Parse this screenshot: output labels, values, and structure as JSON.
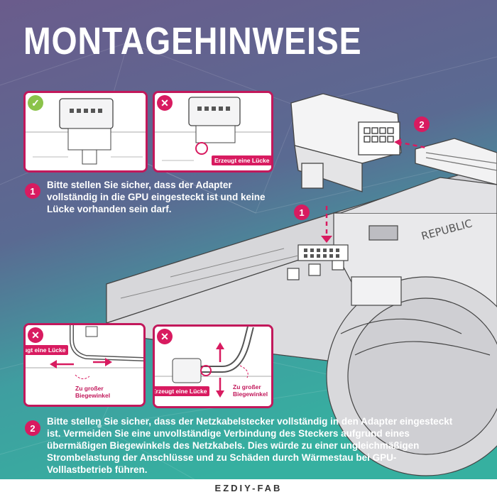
{
  "page": {
    "title": "MONTAGEHINWEISE",
    "footer_brand": "EZDIY-FAB"
  },
  "colors": {
    "accent": "#d81b60",
    "panel_border": "#c2185b",
    "ok_badge": "#8bc34a",
    "background_top": "#5e5a86",
    "background_bottom": "#3ea79c"
  },
  "panels": {
    "top_left": {
      "status": "correct",
      "badge_icon": "check-icon"
    },
    "top_right": {
      "status": "wrong",
      "badge_icon": "x-icon",
      "tag": "Erzeugt eine Lücke"
    },
    "bottom_left": {
      "status": "wrong",
      "badge_icon": "x-icon",
      "tag": "Erzeugt eine Lücke",
      "note": "Zu großer Biegewinkel"
    },
    "bottom_right": {
      "status": "wrong",
      "badge_icon": "x-icon",
      "tag": "Erzeugt eine Lücke",
      "note": "Zu großer Biegewinkel"
    }
  },
  "gpu_card": {
    "marker1": "1",
    "marker2": "2",
    "brand_text": "REPUBLIC"
  },
  "instructions": [
    {
      "number": "1",
      "text": "Bitte stellen Sie sicher, dass der Adapter vollständig in die GPU eingesteckt ist und keine Lücke vorhanden sein darf."
    },
    {
      "number": "2",
      "text": "Bitte stellen Sie sicher, dass der Netzkabelstecker vollständig in den Adapter eingesteckt ist. Vermeiden Sie eine unvollständige Verbindung des Steckers aufgrund eines übermäßigen Biegewinkels des Netzkabels. Dies würde zu einer ungleichmäßigen Strombelastung der Anschlüsse und zu Schäden durch Wärmestau bei GPU-Volllastbetrieb führen."
    }
  ]
}
